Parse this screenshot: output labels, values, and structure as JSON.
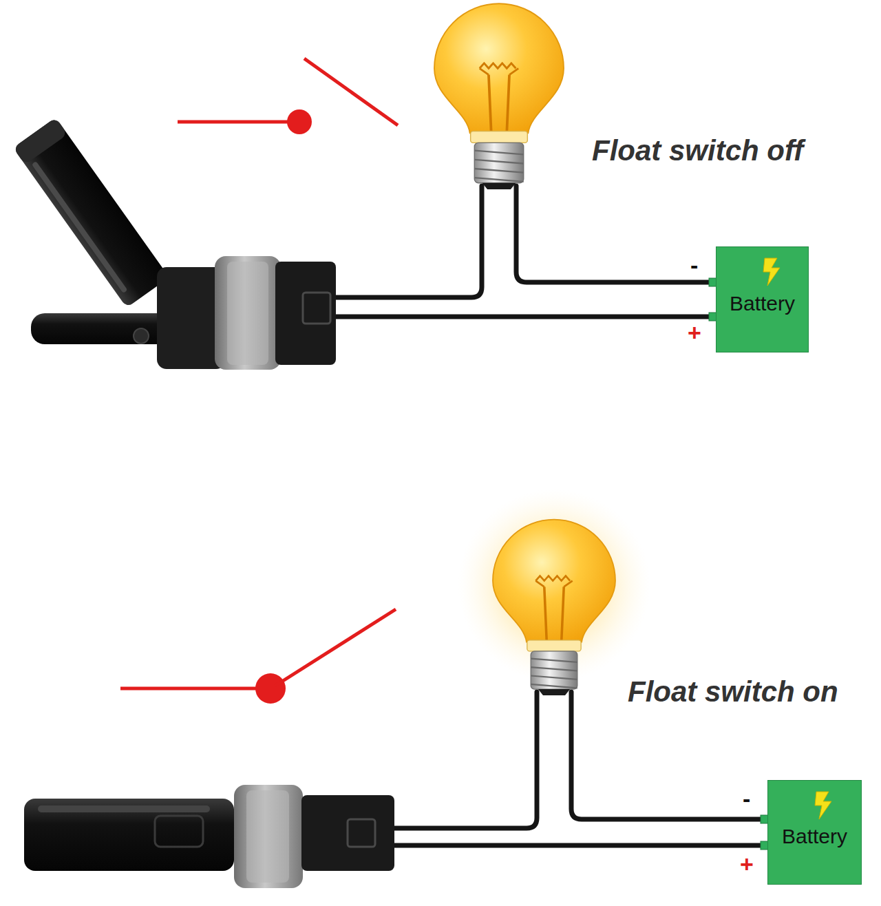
{
  "diagram": {
    "nodes": [
      {
        "text": [
          "Battery"
        ]
      },
      {
        "text": [
          "Battery"
        ]
      }
    ],
    "labels": [
      "Float switch off",
      "-",
      "+",
      "Float switch on",
      "-",
      "+"
    ]
  }
}
